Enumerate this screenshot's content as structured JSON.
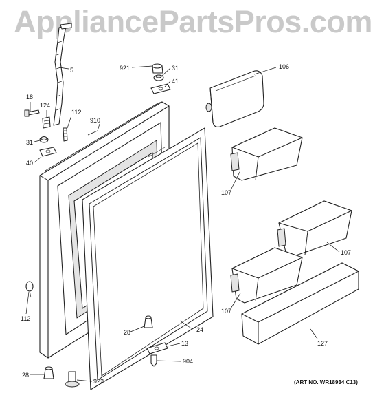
{
  "watermark": "AppliancePartsPros.com",
  "art_number": "(ART NO. WR18934 C13)",
  "callouts": {
    "c5": "5",
    "c18": "18",
    "c124": "124",
    "c112_top": "112",
    "c910": "910",
    "c31_left": "31",
    "c40": "40",
    "c921": "921",
    "c31_top": "31",
    "c41": "41",
    "c106": "106",
    "c107_a": "107",
    "c107_b": "107",
    "c107_c": "107",
    "c127": "127",
    "c112_bottom": "112",
    "c28_mid": "28",
    "c24": "24",
    "c13": "13",
    "c904": "904",
    "c28_bottom": "28",
    "c922": "922"
  }
}
